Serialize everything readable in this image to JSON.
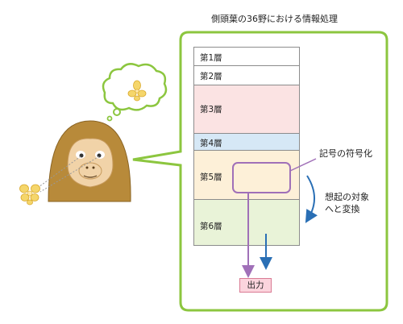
{
  "title": "側頭葉の36野における情報処理",
  "layers": [
    {
      "label": "第1層",
      "fill": "#ffffff"
    },
    {
      "label": "第2層",
      "fill": "#ffffff"
    },
    {
      "label": "第3層",
      "fill": "#fbe3e3"
    },
    {
      "label": "第4層",
      "fill": "#d6e8f6"
    },
    {
      "label": "第5層",
      "fill": "#fdf0d8"
    },
    {
      "label": "第6層",
      "fill": "#e9f3d8"
    }
  ],
  "annotations": {
    "symbol_coding": "記号の符号化",
    "recall_line1": "想起の対象",
    "recall_line2": "へと変換"
  },
  "output_label": "出力",
  "colors": {
    "frame_green": "#8cc63f",
    "purple": "#a070b8",
    "blue": "#2a6fb5",
    "flower_yellow": "#f5d66b",
    "monkey_brown": "#b88a3a"
  }
}
